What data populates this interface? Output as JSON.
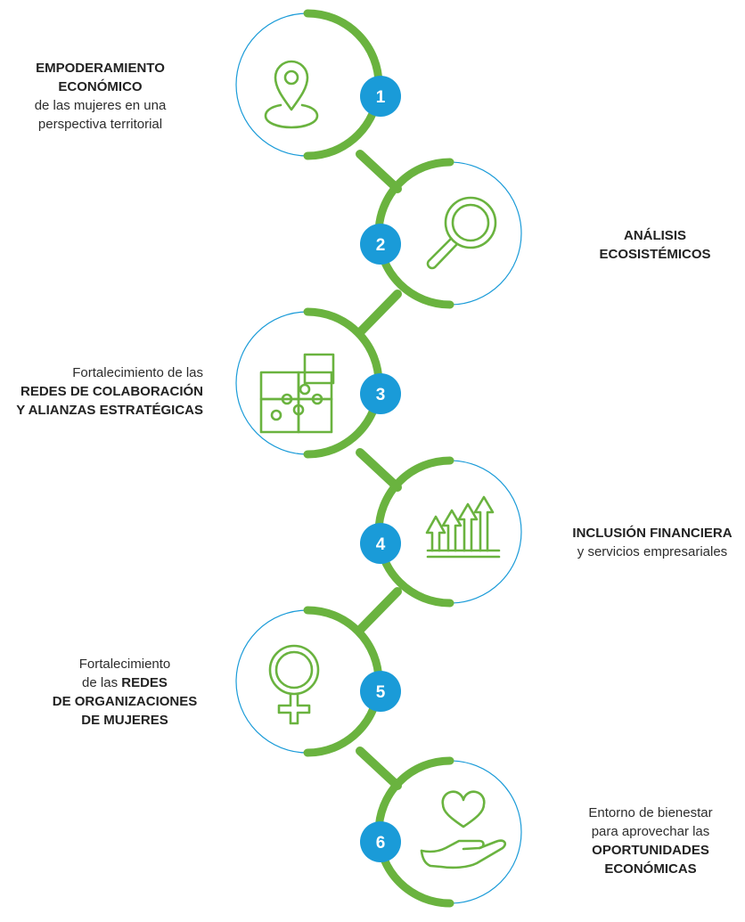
{
  "colors": {
    "green": "#6ab33f",
    "blue": "#1a9bd8",
    "text": "#2d2d2d"
  },
  "steps": [
    {
      "number": "1",
      "icon": "location-pin-icon",
      "lines": [
        {
          "text": "EMPODERAMIENTO",
          "bold": true
        },
        {
          "text": "ECONÓMICO",
          "bold": true
        },
        {
          "text": "de las mujeres en una",
          "bold": false
        },
        {
          "text": "perspectiva territorial",
          "bold": false
        }
      ]
    },
    {
      "number": "2",
      "icon": "magnifying-glass-icon",
      "lines": [
        {
          "text": "ANÁLISIS",
          "bold": true
        },
        {
          "text": "ECOSISTÉMICOS",
          "bold": true
        }
      ]
    },
    {
      "number": "3",
      "icon": "puzzle-icon",
      "lines": [
        {
          "text": "Fortalecimiento de las",
          "bold": false
        },
        {
          "text": "REDES DE COLABORACIÓN",
          "bold": true
        },
        {
          "text": "Y ALIANZAS ESTRATÉGICAS",
          "bold": true
        }
      ]
    },
    {
      "number": "4",
      "icon": "growth-arrows-icon",
      "lines": [
        {
          "text": "INCLUSIÓN FINANCIERA",
          "bold": true
        },
        {
          "text": "y servicios empresariales",
          "bold": false
        }
      ]
    },
    {
      "number": "5",
      "icon": "female-symbol-icon",
      "lines": [
        {
          "text": "Fortalecimiento",
          "bold": false
        },
        {
          "text": "de las ",
          "bold": false,
          "tail": "REDES"
        },
        {
          "text": "DE ORGANIZACIONES",
          "bold": true
        },
        {
          "text": "DE MUJERES",
          "bold": true
        }
      ]
    },
    {
      "number": "6",
      "icon": "heart-hand-icon",
      "lines": [
        {
          "text": "Entorno de bienestar",
          "bold": false
        },
        {
          "text": "para aprovechar las",
          "bold": false
        },
        {
          "text": "OPORTUNIDADES",
          "bold": true
        },
        {
          "text": "ECONÓMICAS",
          "bold": true
        }
      ]
    }
  ]
}
